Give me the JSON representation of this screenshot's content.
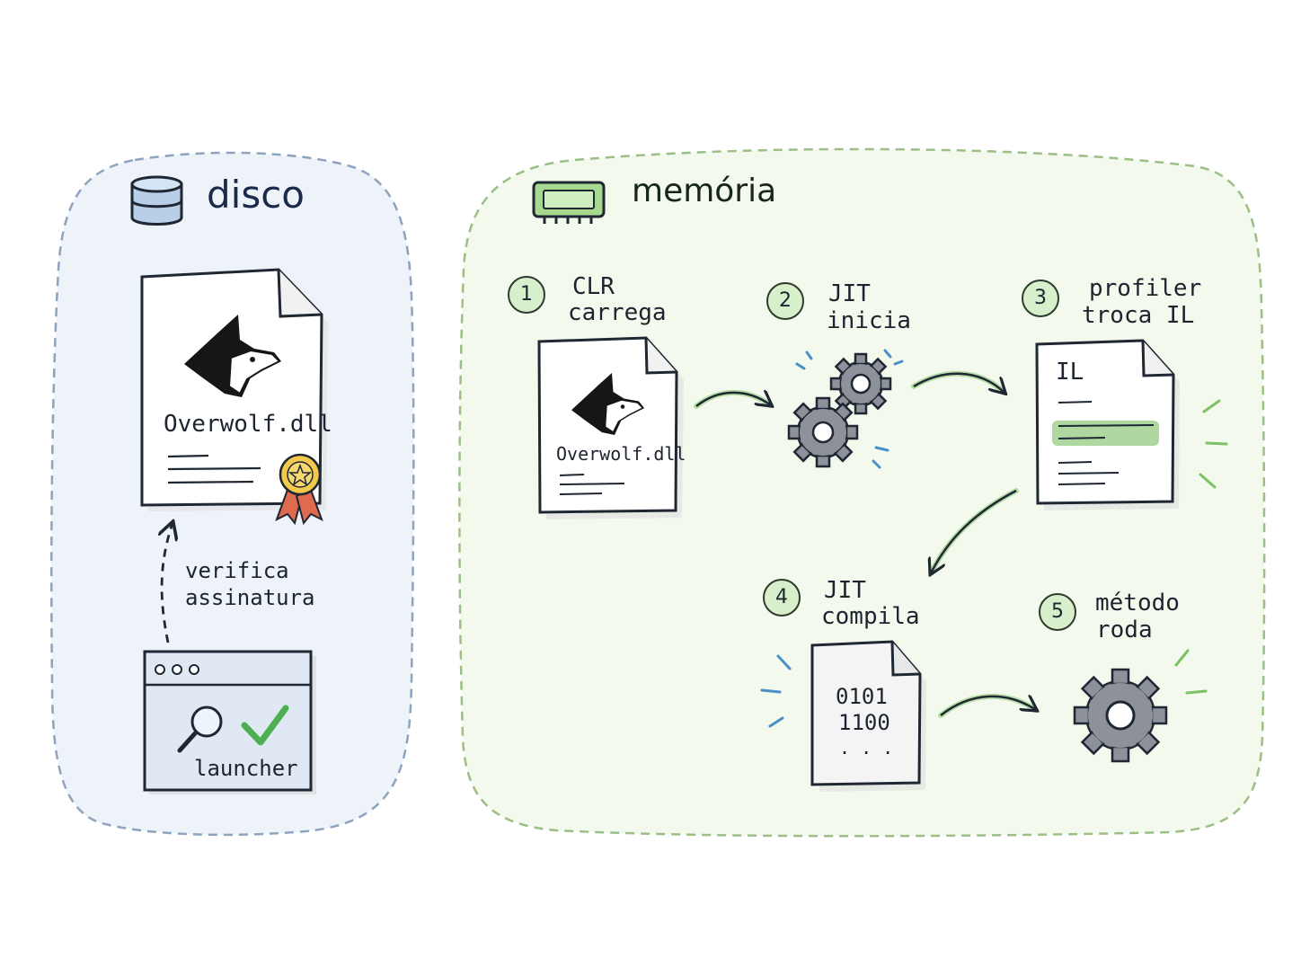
{
  "disco": {
    "title": "disco",
    "file_label": "Overwolf.dll",
    "verify_line1": "verifica",
    "verify_line2": "assinatura",
    "launcher_label": "launcher"
  },
  "memoria": {
    "title": "memória",
    "steps": [
      {
        "num": "1",
        "line1": "CLR",
        "line2": "carrega"
      },
      {
        "num": "2",
        "line1": "JIT",
        "line2": "inicia"
      },
      {
        "num": "3",
        "line1": "profiler",
        "line2": "troca IL"
      },
      {
        "num": "4",
        "line1": "JIT",
        "line2": "compila"
      },
      {
        "num": "5",
        "line1": "método",
        "line2": "roda"
      }
    ],
    "loaded_file_label": "Overwolf.dll",
    "il_label": "IL",
    "binary_line1": "0101",
    "binary_line2": "1100",
    "binary_line3": ". . ."
  },
  "colors": {
    "disk_bg": "#eef3fa",
    "disk_border": "#8ea3bd",
    "mem_bg": "#f3f9ec",
    "mem_border": "#9bbf85",
    "accent_green": "#6fbf59",
    "badge_gold": "#f2c94c",
    "ribbon_red": "#e06a4f"
  }
}
